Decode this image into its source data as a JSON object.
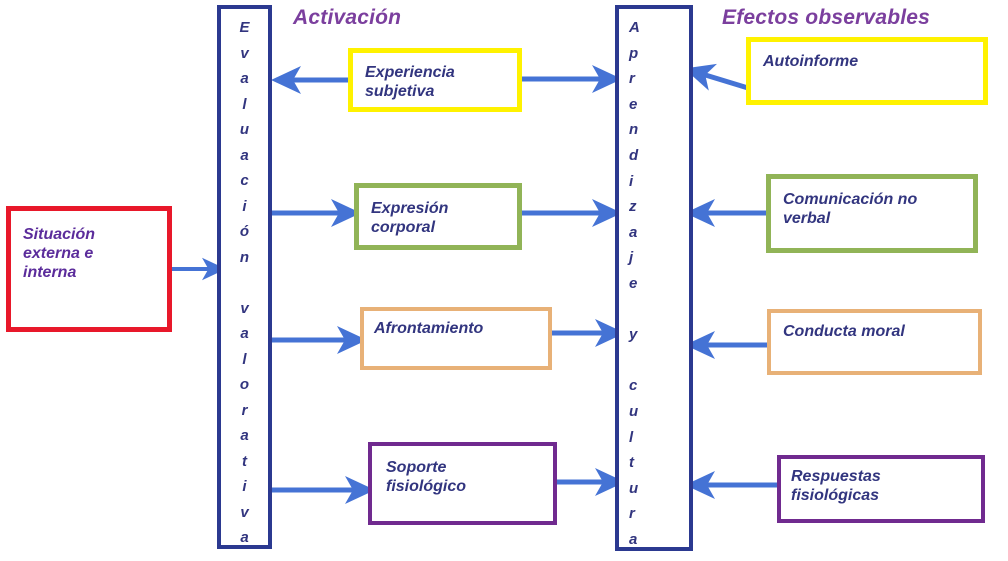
{
  "diagram": {
    "title_activacion": "Activación",
    "title_efectos": "Efectos observables",
    "source_box": {
      "label": "Situación\nexterna e\ninterna",
      "border_color": "#E8182A"
    },
    "column_left": {
      "text": "Evaluación valorativa",
      "letters": [
        "E",
        "v",
        "a",
        "l",
        "u",
        "a",
        "c",
        "i",
        "ó",
        "n",
        "",
        "v",
        "a",
        "l",
        "o",
        "r",
        "a",
        "t",
        "i",
        "v",
        "a"
      ],
      "border_color": "#2B3990"
    },
    "column_right": {
      "text": "Aprendizaje y cultura",
      "letters": [
        "A",
        "p",
        "r",
        "e",
        "n",
        "d",
        "i",
        "z",
        "a",
        "j",
        "e",
        "",
        "y",
        "",
        "c",
        "u",
        "l",
        "t",
        "u",
        "r",
        "a"
      ],
      "border_color": "#2B3990"
    },
    "activacion_boxes": [
      {
        "label": "Experiencia\nsubjetiva",
        "border_color": "#FFF200"
      },
      {
        "label": "Expresión\ncorporal",
        "border_color": "#91B457"
      },
      {
        "label": "Afrontamiento",
        "border_color": "#E8B177"
      },
      {
        "label": "Soporte\nfisiológico",
        "border_color": "#702A8F"
      }
    ],
    "efectos_boxes": [
      {
        "label": "Autoinforme",
        "border_color": "#FFF200"
      },
      {
        "label": "Comunicación no\nverbal",
        "border_color": "#91B457"
      },
      {
        "label": "Conducta moral",
        "border_color": "#E8B177"
      },
      {
        "label": "Respuestas\nfisiológicas",
        "border_color": "#702A8F"
      }
    ],
    "connector_color": "#4573D5"
  }
}
